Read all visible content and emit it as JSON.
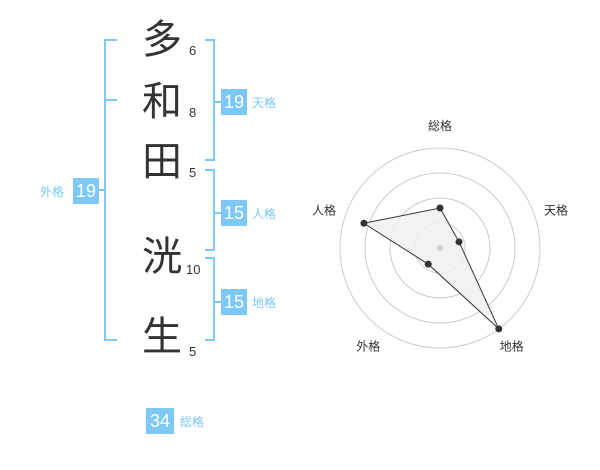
{
  "name": {
    "chars": [
      {
        "char": "多",
        "strokes": "6"
      },
      {
        "char": "和",
        "strokes": "8"
      },
      {
        "char": "田",
        "strokes": "5"
      },
      {
        "char": "洸",
        "strokes": "10"
      },
      {
        "char": "生",
        "strokes": "5"
      }
    ]
  },
  "scores": {
    "tenkaku": {
      "value": "19",
      "label": "天格"
    },
    "jinkaku": {
      "value": "15",
      "label": "人格"
    },
    "chikaku": {
      "value": "15",
      "label": "地格"
    },
    "gaikaku": {
      "value": "19",
      "label": "外格"
    },
    "soukaku": {
      "value": "34",
      "label": "総格"
    }
  },
  "colors": {
    "accent": "#7dc8f6",
    "text": "#333333",
    "grid": "#cccccc",
    "fill": "#f0f0f0"
  },
  "chart_data": {
    "type": "radar",
    "axes": [
      "総格",
      "天格",
      "地格",
      "外格",
      "人格"
    ],
    "values": [
      2,
      1,
      5,
      1,
      4
    ],
    "rmax": 5,
    "rings": 4
  }
}
